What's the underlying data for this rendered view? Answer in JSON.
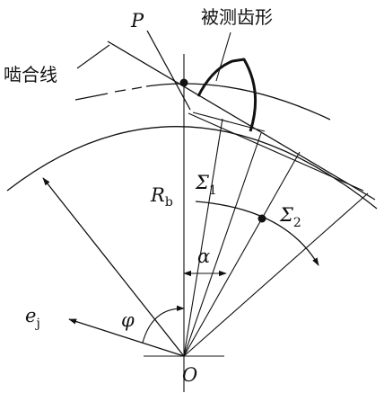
{
  "labels": {
    "point_P": "P",
    "measured_tooth_profile": "被测齿形",
    "line_of_action": "啮合线",
    "base_radius_symbol": "R",
    "base_radius_sub": "b",
    "sigma1_symbol": "Σ",
    "sigma1_sub": "1",
    "sigma2_symbol": "Σ",
    "sigma2_sub": "2",
    "alpha": "α",
    "phi": "φ",
    "ej_symbol": "e",
    "ej_sub": "j",
    "center_O": "O"
  },
  "colors": {
    "ink": "#111111",
    "background": "#ffffff"
  }
}
